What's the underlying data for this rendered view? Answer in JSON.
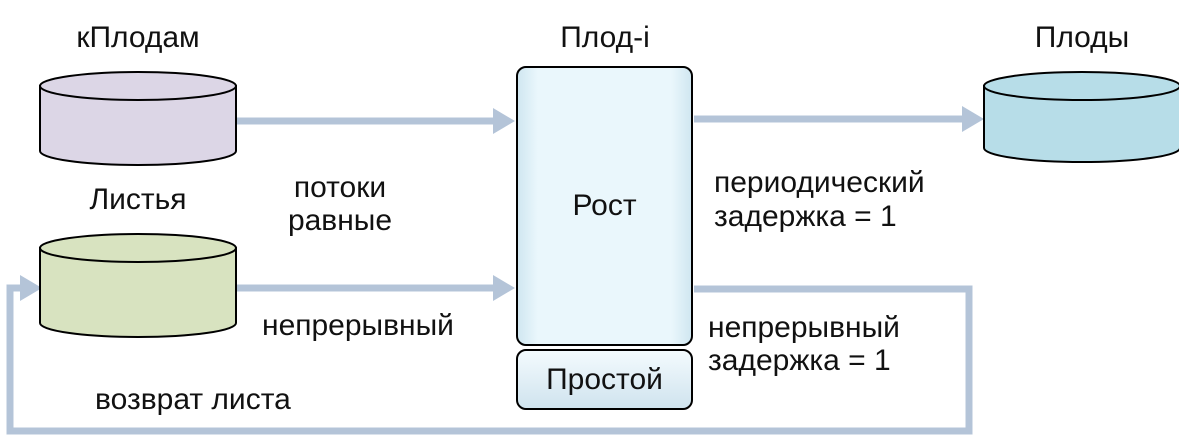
{
  "stores": {
    "k_fruits": {
      "label": "кПлодам",
      "fill": "#dcd6e6"
    },
    "leaves": {
      "label": "Листья",
      "fill": "#d8e3c0"
    },
    "fruits": {
      "label": "Плоды",
      "fill": "#b7dde8"
    }
  },
  "process": {
    "title": "Плод-i",
    "main_label": "Рост",
    "idle_label": "Простой",
    "fill": "#e8f6fc"
  },
  "flows": {
    "equal_flows_line1": "потоки",
    "equal_flows_line2": "равные",
    "continuous_in": "непрерывный",
    "periodic": "периодический",
    "periodic_delay": "задержка = 1",
    "continuous_out": "непрерывный",
    "continuous_delay": "задержка = 1",
    "leaf_return": "возврат листа",
    "arrow_color": "#b4c4d8"
  }
}
